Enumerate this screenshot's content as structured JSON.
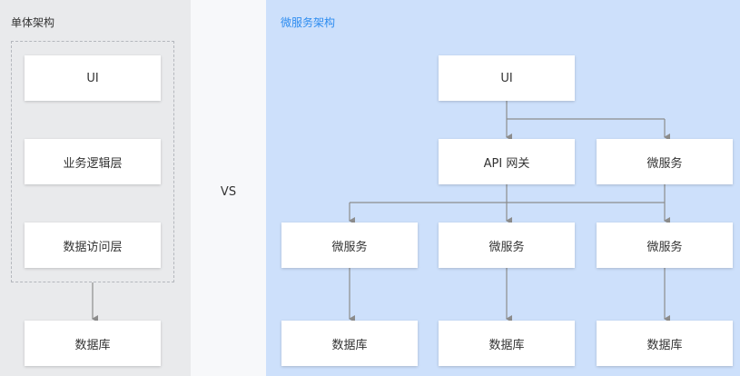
{
  "monolith": {
    "title": "单体架构",
    "layers": [
      "UI",
      "业务逻辑层",
      "数据访问层"
    ],
    "database": "数据库"
  },
  "versus": "VS",
  "microservices": {
    "title": "微服务架构",
    "ui": "UI",
    "gateway": "API 网关",
    "top_service": "微服务",
    "services": [
      "微服务",
      "微服务",
      "微服务"
    ],
    "databases": [
      "数据库",
      "数据库",
      "数据库"
    ]
  },
  "colors": {
    "left_background": "#e9eaec",
    "right_background": "#cde0fb",
    "right_title": "#2d8cf0",
    "connector": "#8c8c8c"
  }
}
